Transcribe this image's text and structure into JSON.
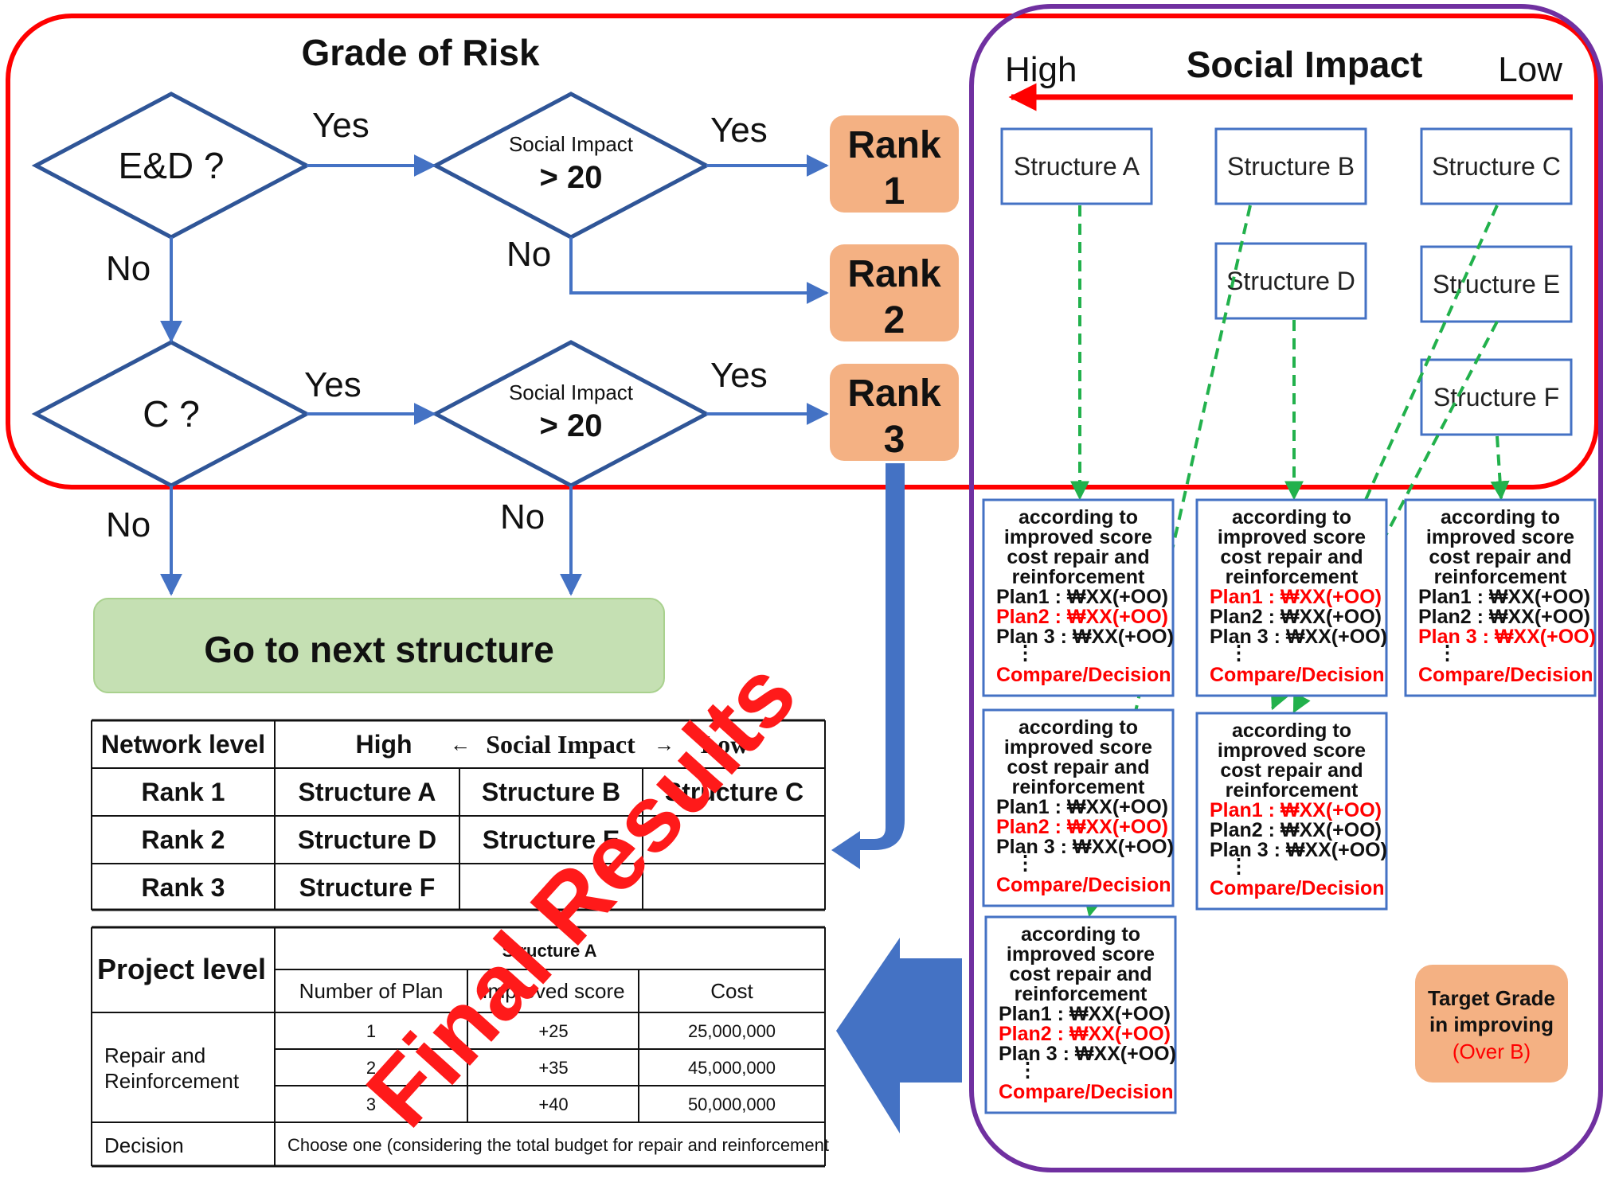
{
  "colors": {
    "grade_frame": "#ff0000",
    "social_frame": "#7030a0",
    "flow_line": "#4472c4",
    "diamond_stroke": "#2f5597",
    "rank_fill": "#f4b183",
    "next_fill": "#c5e0b3",
    "dashed_arrow": "#22b14c",
    "red_text": "#ff0000",
    "big_arrow": "#4472c4"
  },
  "flow": {
    "title": "Grade of Risk",
    "decision_ed": "E&D ?",
    "decision_c": "C ?",
    "social_label": "Social Impact",
    "social_threshold": "> 20",
    "yes": "Yes",
    "no": "No",
    "ranks": [
      {
        "line1": "Rank",
        "line2": "1"
      },
      {
        "line1": "Rank",
        "line2": "2"
      },
      {
        "line1": "Rank",
        "line2": "3"
      }
    ],
    "next_structure": "Go to next structure"
  },
  "social": {
    "title": "Social Impact",
    "high": "High",
    "low": "Low",
    "structures": [
      "Structure A",
      "Structure B",
      "Structure C",
      "Structure D",
      "Structure E",
      "Structure F"
    ],
    "plan_boxes": [
      {
        "lines": [
          "according to",
          "improved score",
          "cost repair and",
          "reinforcement"
        ],
        "plans": [
          "Plan1 : ₩XX(+OO)",
          "Plan2 : ₩XX(+OO)",
          "Plan 3 : ₩XX(+OO)"
        ],
        "highlight": 1,
        "dots": "⋮",
        "decision": "Compare/Decision"
      },
      {
        "lines": [
          "according to",
          "improved score",
          "cost repair and",
          "reinforcement"
        ],
        "plans": [
          "Plan1 : ₩XX(+OO)",
          "Plan2 : ₩XX(+OO)",
          "Plan 3 : ₩XX(+OO)"
        ],
        "highlight": 0,
        "dots": "⋮",
        "decision": "Compare/Decision"
      },
      {
        "lines": [
          "according to",
          "improved score",
          "cost repair and",
          "reinforcement"
        ],
        "plans": [
          "Plan1 : ₩XX(+OO)",
          "Plan2 : ₩XX(+OO)",
          "Plan 3 : ₩XX(+OO)"
        ],
        "highlight": 2,
        "dots": "⋮",
        "decision": "Compare/Decision"
      },
      {
        "lines": [
          "according to",
          "improved score",
          "cost repair and",
          "reinforcement"
        ],
        "plans": [
          "Plan1 : ₩XX(+OO)",
          "Plan2 : ₩XX(+OO)",
          "Plan 3 : ₩XX(+OO)"
        ],
        "highlight": 1,
        "dots": "⋮",
        "decision": "Compare/Decision"
      },
      {
        "lines": [
          "according to",
          "improved score",
          "cost repair and",
          "reinforcement"
        ],
        "plans": [
          "Plan1 : ₩XX(+OO)",
          "Plan2 : ₩XX(+OO)",
          "Plan 3 : ₩XX(+OO)"
        ],
        "highlight": 0,
        "dots": "⋮",
        "decision": "Compare/Decision"
      },
      {
        "lines": [
          "according to",
          "improved score",
          "cost repair and",
          "reinforcement"
        ],
        "plans": [
          "Plan1 : ₩XX(+OO)",
          "Plan2 : ₩XX(+OO)",
          "Plan 3 : ₩XX(+OO)"
        ],
        "highlight": 1,
        "dots": "⋮",
        "decision": "Compare/Decision"
      }
    ],
    "target": {
      "line1": "Target Grade",
      "line2": "in improving",
      "line3": "(Over B)"
    }
  },
  "network_table": {
    "title": "Network level",
    "header_high": "High",
    "header_arrow_left": "←",
    "header_social": "Social Impact",
    "header_arrow_right": "→",
    "header_low": "Low",
    "rows": [
      {
        "rank": "Rank 1",
        "cells": [
          "Structure A",
          "Structure B",
          "Structure C"
        ]
      },
      {
        "rank": "Rank 2",
        "cells": [
          "Structure D",
          "Structure E",
          ""
        ]
      },
      {
        "rank": "Rank 3",
        "cells": [
          "Structure F",
          "",
          ""
        ]
      }
    ]
  },
  "project_table": {
    "title": "Project level",
    "structure": "Structure A",
    "col_plan": "Number of Plan",
    "col_score": "Improved score",
    "col_cost": "Cost",
    "group_label_1": "Repair and",
    "group_label_2": "Reinforcement",
    "rows": [
      {
        "plan": "1",
        "score": "+25",
        "cost": "25,000,000"
      },
      {
        "plan": "2",
        "score": "+35",
        "cost": "45,000,000"
      },
      {
        "plan": "3",
        "score": "+40",
        "cost": "50,000,000"
      }
    ],
    "decision_label": "Decision",
    "decision_text": "Choose one (considering the total budget for repair and reinforcement"
  },
  "overlay": {
    "final_results": "Final Results"
  }
}
